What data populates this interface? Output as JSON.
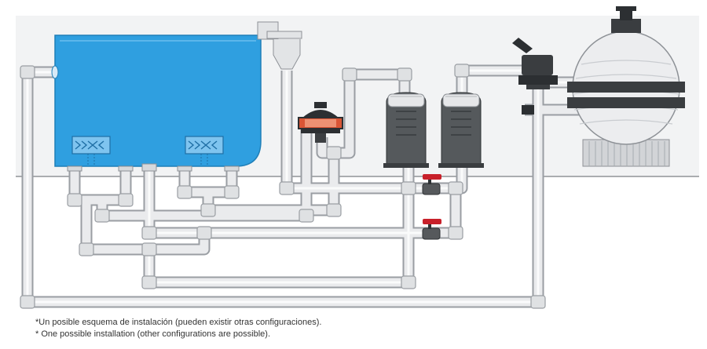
{
  "diagram": {
    "type": "pool-filtration-installation-schematic",
    "components": [
      {
        "name": "pool-basin",
        "color": "#2f9fe0"
      },
      {
        "name": "skimmer-left",
        "color": "#7fc4ef"
      },
      {
        "name": "skimmer-right",
        "color": "#7fc4ef"
      },
      {
        "name": "overflow-standpipe",
        "color": "#e2e4e6"
      },
      {
        "name": "multiport-selector-valve",
        "color": "#3a3d40"
      },
      {
        "name": "pump-1",
        "color": "#55595c"
      },
      {
        "name": "pump-2",
        "color": "#55595c"
      },
      {
        "name": "sand-filter",
        "color": "#ecedef"
      },
      {
        "name": "ball-valve-upper",
        "color": "#c8202a"
      },
      {
        "name": "ball-valve-lower",
        "color": "#c8202a"
      }
    ],
    "colors": {
      "pipe_fill": "#eaebed",
      "pipe_stroke": "#9a9ea3",
      "pump_body": "#55595c",
      "valve_handle": "#c8202a",
      "ground_line": "#7c7f83",
      "water": "#2f9fe0"
    }
  },
  "captions": {
    "spanish": "*Un posible esquema de instalación (pueden existir otras configuraciones).",
    "english": "* One possible installation (other configurations are possible)."
  }
}
